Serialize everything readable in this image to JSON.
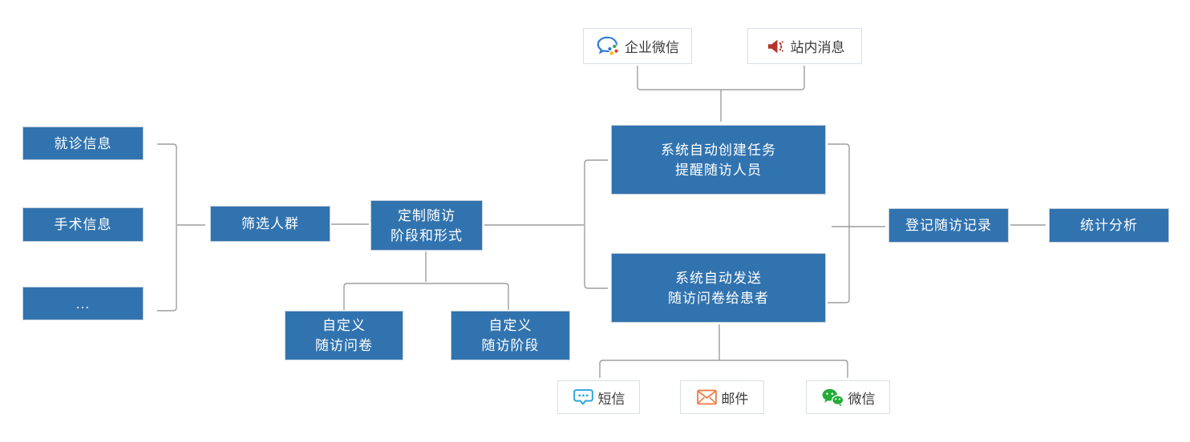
{
  "nodes": {
    "source_1": "就诊信息",
    "source_2": "手术信息",
    "source_3": "...",
    "filter": "筛选人群",
    "customize": "定制随访\n阶段和形式",
    "custom_questionnaire": "自定义\n随访问卷",
    "custom_stage": "自定义\n随访阶段",
    "auto_task": "系统自动创建任务\n提醒随访人员",
    "auto_send": "系统自动发送\n随访问卷给患者",
    "record": "登记随访记录",
    "analysis": "统计分析"
  },
  "channels": {
    "wecom": "企业微信",
    "site_message": "站内消息",
    "sms": "短信",
    "mail": "邮件",
    "wechat": "微信"
  },
  "icons": {
    "wecom": "wechat-work-icon",
    "site_message": "site-message-megaphone-icon",
    "sms": "sms-bubble-icon",
    "mail": "mail-envelope-icon",
    "wechat": "wechat-icon"
  },
  "colors": {
    "node_fill": "#3173AF",
    "node_text": "#FFFFFF",
    "connector": "#9E9E9E",
    "channel_border": "#D9DFE7",
    "channel_text": "#3B3B3B",
    "icon_wecom_blue": "#2E7CD0",
    "icon_site_message_red": "#B5332C",
    "icon_sms_blue": "#2FA7DE",
    "icon_mail_orange": "#EE7D4B",
    "icon_wechat_green": "#23AC38"
  }
}
